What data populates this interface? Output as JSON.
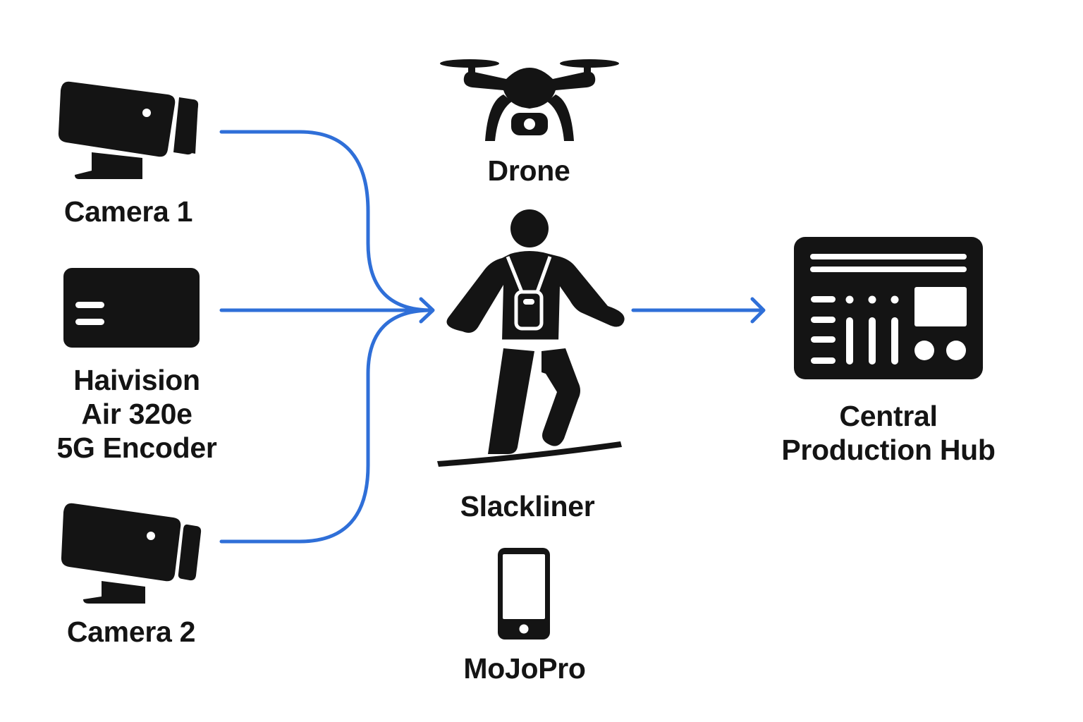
{
  "diagram": {
    "title": "",
    "accent_color": "#2f6fd8",
    "icon_color": "#141414",
    "nodes": {
      "camera1": {
        "label": "Camera 1",
        "icon": "video-camera-icon"
      },
      "encoder": {
        "label_lines": [
          "Haivision",
          "Air 320e",
          "5G Encoder"
        ],
        "icon": "encoder-device-icon"
      },
      "camera2": {
        "label": "Camera 2",
        "icon": "video-camera-icon"
      },
      "drone": {
        "label": "Drone",
        "icon": "drone-icon"
      },
      "slackliner": {
        "label": "Slackliner",
        "icon": "slackliner-person-icon"
      },
      "mojopro": {
        "label": "MoJoPro",
        "icon": "smartphone-icon"
      },
      "hub": {
        "label_lines": [
          "Central",
          "Production Hub"
        ],
        "icon": "production-console-icon"
      }
    },
    "edges": [
      {
        "from": "Camera 1",
        "to": "Slackliner",
        "style": "curved-arrow"
      },
      {
        "from": "Haivision Air 320e 5G Encoder",
        "to": "Slackliner",
        "style": "straight-arrow"
      },
      {
        "from": "Camera 2",
        "to": "Slackliner",
        "style": "curved-arrow"
      },
      {
        "from": "Slackliner",
        "to": "Central Production Hub",
        "style": "straight-arrow"
      }
    ]
  }
}
